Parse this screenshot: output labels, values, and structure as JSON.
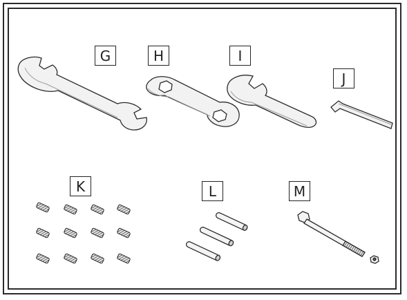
{
  "labels": {
    "G": "G",
    "H": "H",
    "I": "I",
    "J": "J",
    "K": "K",
    "L": "L",
    "M": "M"
  },
  "colors": {
    "line": "#2a2a2a",
    "metal": "#e8e8e8",
    "shade": "#9a9a9a",
    "dark": "#555555"
  },
  "icons": {
    "G": "open-end-wrench-icon",
    "H": "hex-box-wrench-icon",
    "I": "single-open-wrench-icon",
    "J": "allen-key-icon",
    "K": "set-screw-icon",
    "L": "dowel-pin-icon",
    "M": "hex-bolt-with-nut-icon"
  }
}
